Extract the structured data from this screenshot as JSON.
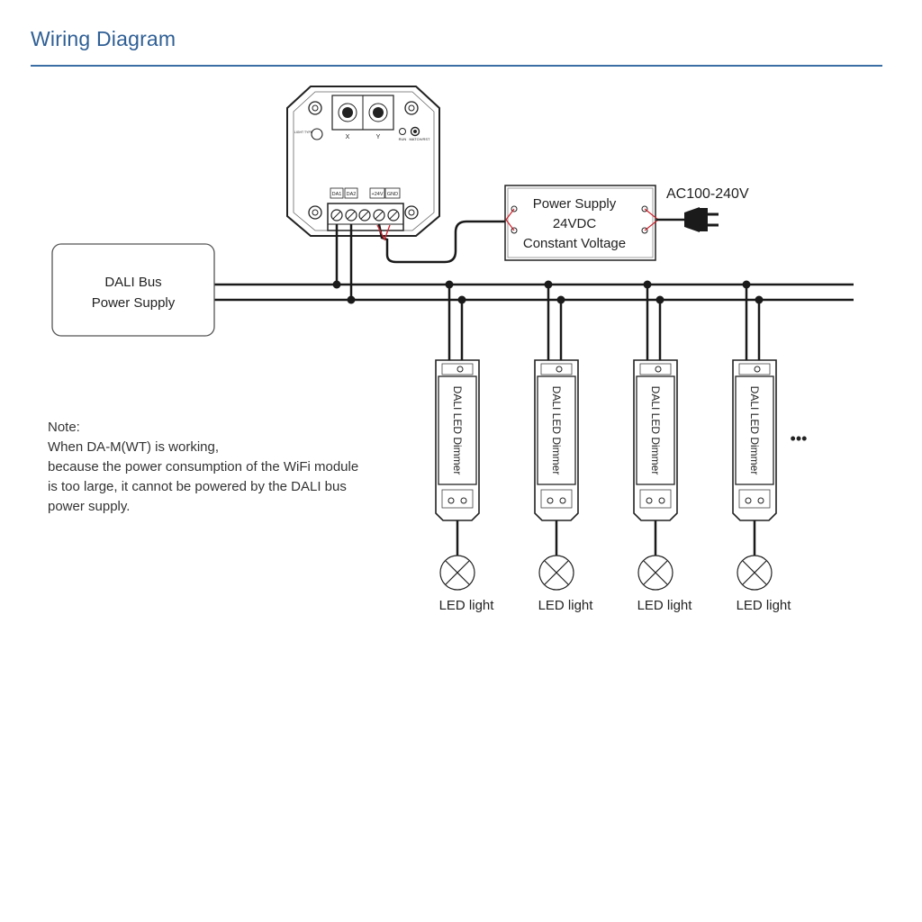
{
  "title": "Wiring Diagram",
  "controller": {
    "dial_labels": [
      "X",
      "Y"
    ],
    "light_type": "LIGHT TYPE",
    "run": "RUN",
    "match_reset": "MATCH/RST",
    "terminals": [
      "DA1",
      "DA2",
      "+24V",
      "GND"
    ]
  },
  "power_supply": {
    "line1": "Power Supply",
    "line2": "24VDC",
    "line3": "Constant Voltage"
  },
  "ac_input": "AC100-240V",
  "bus_supply": {
    "line1": "DALI Bus",
    "line2": "Power Supply"
  },
  "dimmers": [
    {
      "label": "DALI LED Dimmer",
      "light": "LED light"
    },
    {
      "label": "DALI LED Dimmer",
      "light": "LED light"
    },
    {
      "label": "DALI LED Dimmer",
      "light": "LED light"
    },
    {
      "label": "DALI LED Dimmer",
      "light": "LED light"
    }
  ],
  "ellipsis": "•••",
  "note": {
    "heading": "Note:",
    "lines": [
      "When DA-M(WT) is working,",
      "because the power consumption of the WiFi module",
      "is too large, it cannot be powered by the DALI bus",
      "power supply."
    ]
  },
  "colors": {
    "title": "#2f5f95",
    "rule": "#3a6ea5",
    "wire": "#1a1a1a",
    "red_wire": "#d0202a"
  }
}
